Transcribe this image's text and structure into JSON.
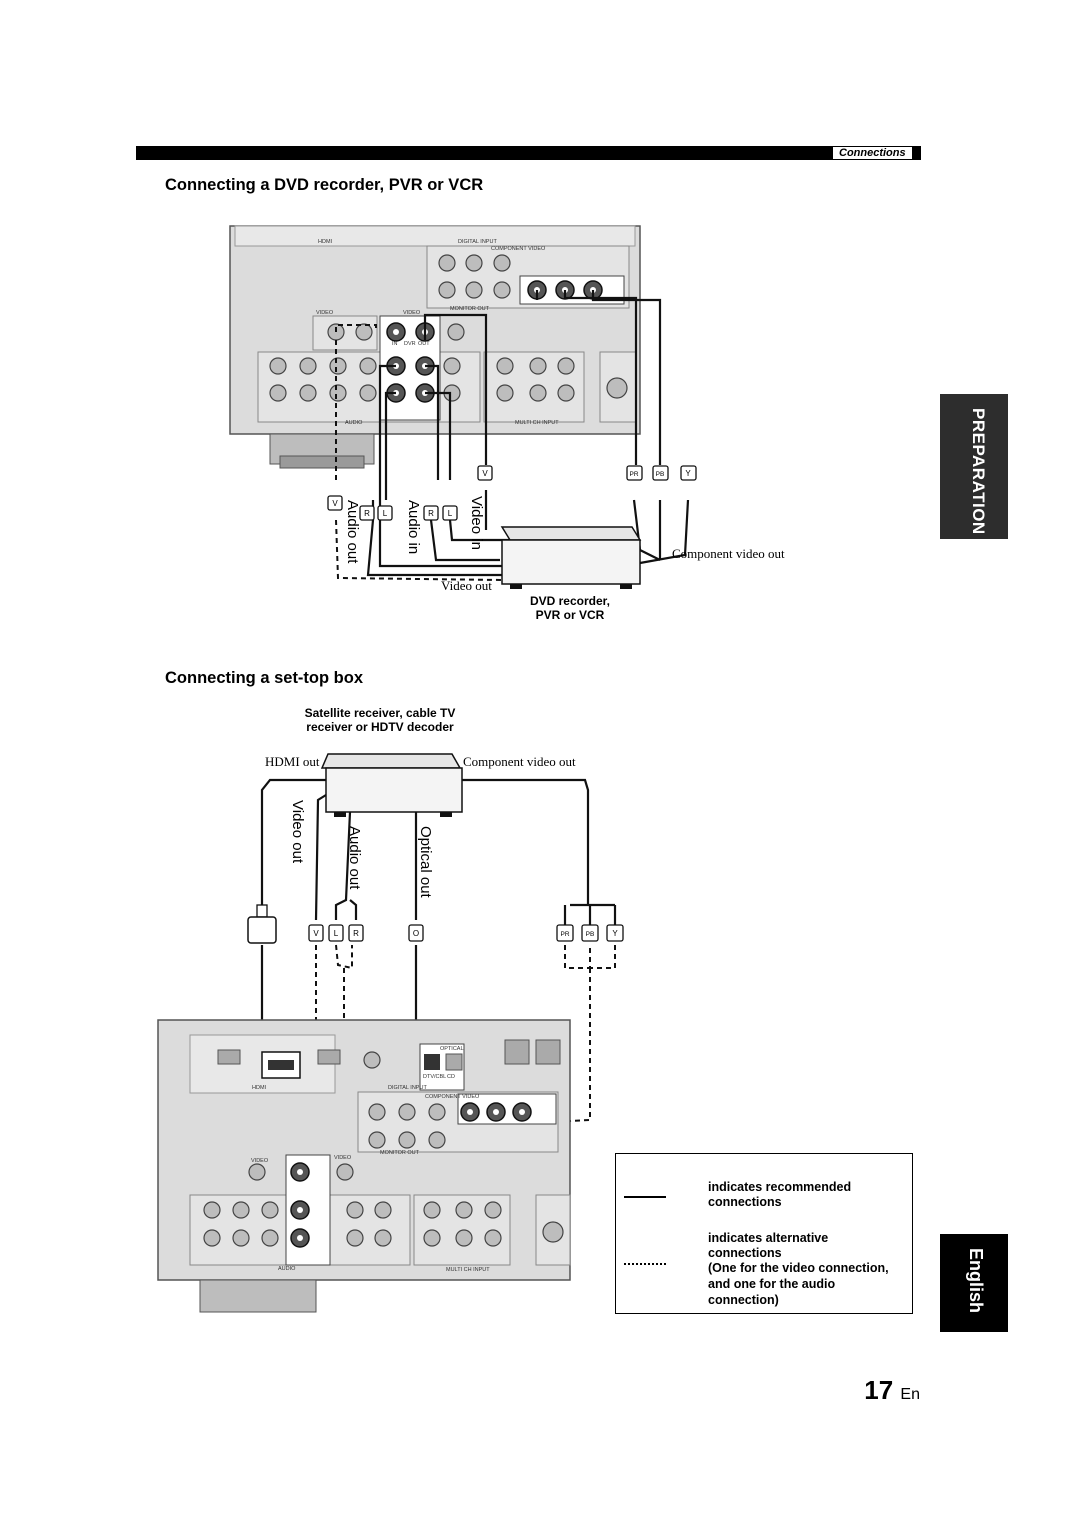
{
  "header": {
    "section_tag": "Connections"
  },
  "sections": [
    {
      "title": "Connecting a DVD recorder, PVR or VCR"
    },
    {
      "title": "Connecting a set-top box"
    }
  ],
  "side_tabs": {
    "preparation": "PREPARATION",
    "english": "English"
  },
  "diagram1": {
    "labels": {
      "audio_out": "Audio out",
      "audio_in": "Audio in",
      "video_in": "Video in",
      "video_out": "Video out",
      "component_video_out": "Component video out"
    },
    "device_caption_line1": "DVD recorder,",
    "device_caption_line2": "PVR or VCR",
    "plug_letters": {
      "v": "V",
      "r": "R",
      "l": "L",
      "pr": "PR",
      "pb": "PB",
      "y": "Y"
    },
    "panel_text": {
      "video": "VIDEO",
      "audio": "AUDIO",
      "in": "IN",
      "out": "OUT",
      "dvr": "DVR",
      "component_video": "COMPONENT VIDEO",
      "monitor_out": "MONITOR OUT",
      "multi_ch_input": "MULTI CH INPUT",
      "digital_input": "DIGITAL INPUT",
      "hdmi": "HDMI"
    }
  },
  "diagram2": {
    "device_caption_line1": "Satellite receiver, cable TV",
    "device_caption_line2": "receiver or HDTV decoder",
    "labels": {
      "hdmi_out": "HDMI out",
      "component_video_out": "Component video out",
      "video_out": "Video out",
      "audio_out": "Audio out",
      "optical_out": "Optical out"
    },
    "plug_letters": {
      "v": "V",
      "l": "L",
      "r": "R",
      "o": "O",
      "pr": "PR",
      "pb": "PB",
      "y": "Y"
    },
    "panel_text": {
      "optical": "OPTICAL",
      "dtv_cbl": "DTV/CBL",
      "cd": "CD",
      "digital_input": "DIGITAL INPUT",
      "component_video": "COMPONENT VIDEO",
      "hdmi": "HDMI",
      "video": "VIDEO",
      "audio": "AUDIO",
      "monitor_out": "MONITOR OUT",
      "multi_ch_input": "MULTI CH INPUT"
    }
  },
  "legend": {
    "recommended_line1": "indicates recommended",
    "recommended_line2": "connections",
    "alternative_line1": "indicates alternative",
    "alternative_line2": "connections",
    "alternative_note_line1": "(One for the video connection,",
    "alternative_note_line2": "and one for the audio",
    "alternative_note_line3": "connection)"
  },
  "page_number": {
    "number": "17",
    "suffix": "En"
  }
}
